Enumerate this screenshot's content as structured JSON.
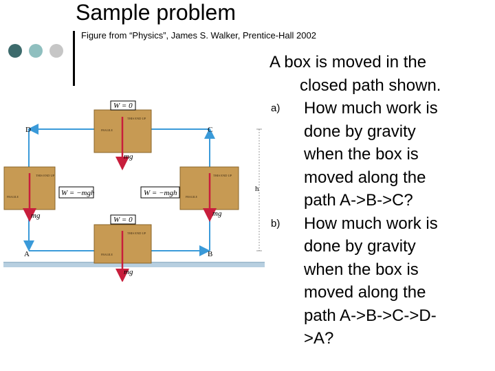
{
  "slide": {
    "title": "Sample problem",
    "caption": "Figure from “Physics”, James S. Walker, Prentice-Hall 2002"
  },
  "figure": {
    "work_labels": {
      "top": "W = 0",
      "bottom": "W = 0",
      "left": "W = −mgh",
      "right": "W = −mgh"
    },
    "points": {
      "a": "A",
      "b": "B",
      "c": "C",
      "d": "D"
    },
    "height_label": "h",
    "force_label": "mg",
    "box_labels": {
      "this_end_up": "THIS END UP",
      "fragile": "FRAGILE"
    }
  },
  "problem": {
    "intro_line1": "A box is moved in the",
    "intro_line2": "closed path shown.",
    "a_marker": "a)",
    "a_text": "How much work is\ndone by gravity\nwhen the box is\nmoved along the\npath A->B->C?",
    "b_marker": "b)",
    "b_text": "How much work is\ndone by gravity\nwhen the box is\nmoved along the\npath A->B->C->D-\n>A?"
  },
  "colors": {
    "dot_dark": "#3d6b6c",
    "dot_mid": "#8fbfbf",
    "dot_light": "#c6c6c6",
    "path": "#3a9ad9",
    "force": "#c81e3c",
    "box": "#c79a53",
    "floor": "#b7cfe0"
  }
}
